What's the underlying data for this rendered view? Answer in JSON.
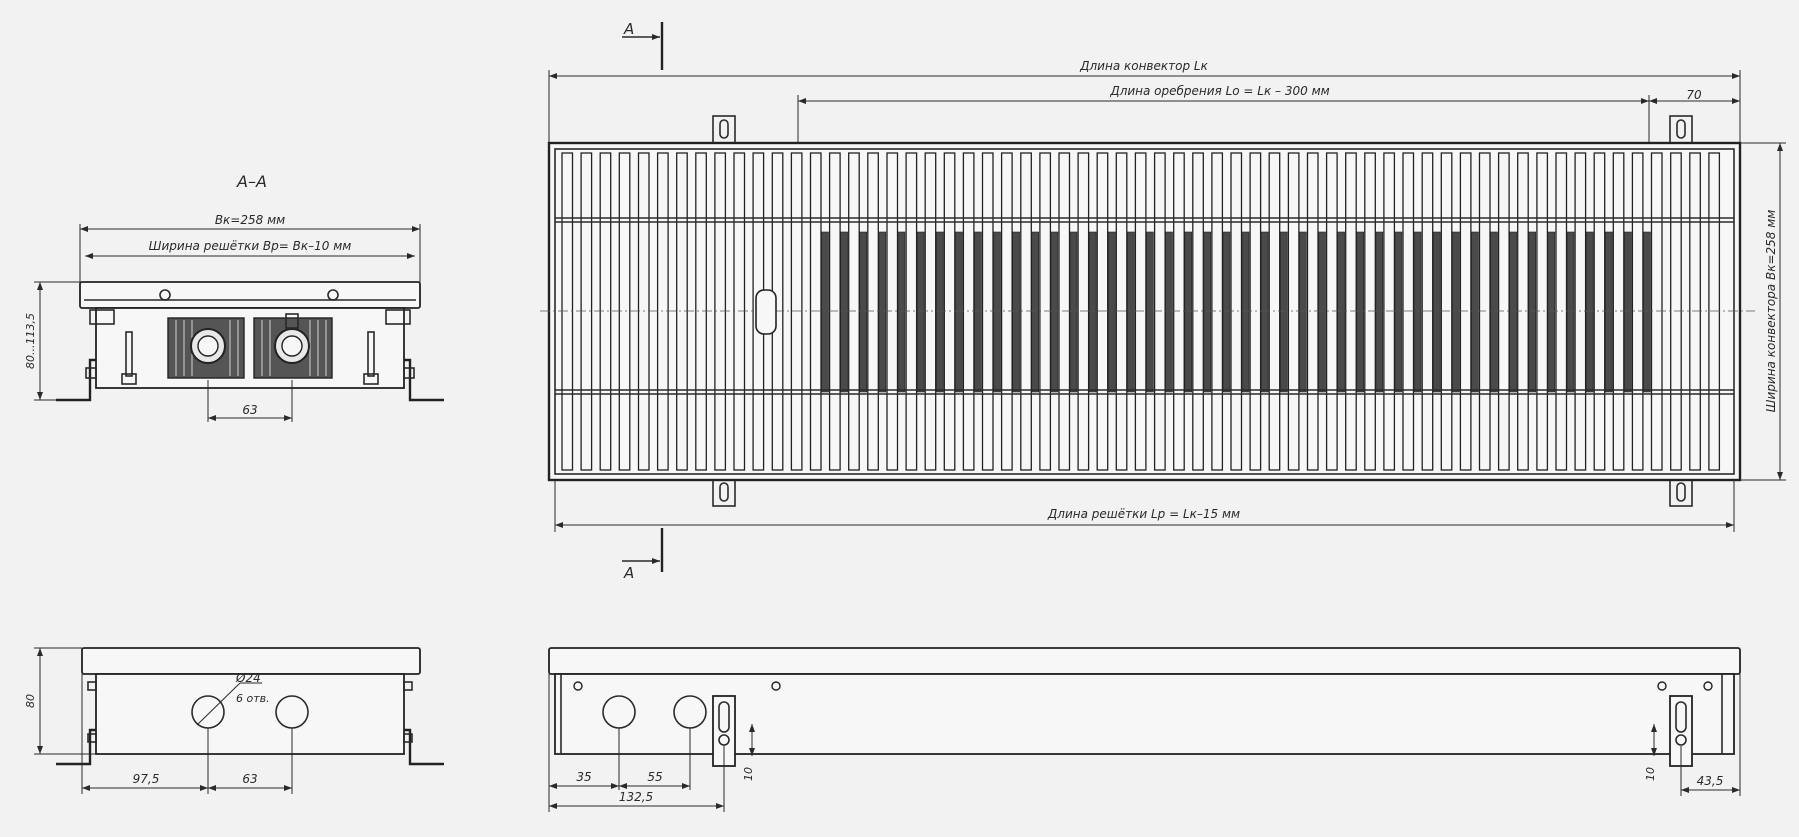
{
  "section": {
    "title": "А–А",
    "marker_letter": "А"
  },
  "dims": {
    "conv_length": "Длина конвектор Lк",
    "fin_length": "Длина оребрения Lо = Lк – 300 мм",
    "end_offset": "70",
    "grille_length": "Длина решётки Lр = Lк–15 мм",
    "conv_width": "Ширина конвектора Bк=258 мм",
    "bk": "Bк=258 мм",
    "grille_width": "Ширина решётки Bр= Bк–10 мм",
    "height_range": "80...113,5",
    "pipe_spacing_top": "63",
    "height_side": "80",
    "hole_dia": "Ø24",
    "hole_count": "6 отв.",
    "side_offset": "97,5",
    "pipe_spacing_bottom": "63",
    "front_35": "35",
    "front_55": "55",
    "front_132": "132,5",
    "slot_10_left": "10",
    "slot_10_right": "10",
    "front_435": "43,5"
  },
  "colors": {
    "background": "#f2f2f2",
    "line": "#2a2a2a",
    "fin": "#3a3a3a"
  }
}
